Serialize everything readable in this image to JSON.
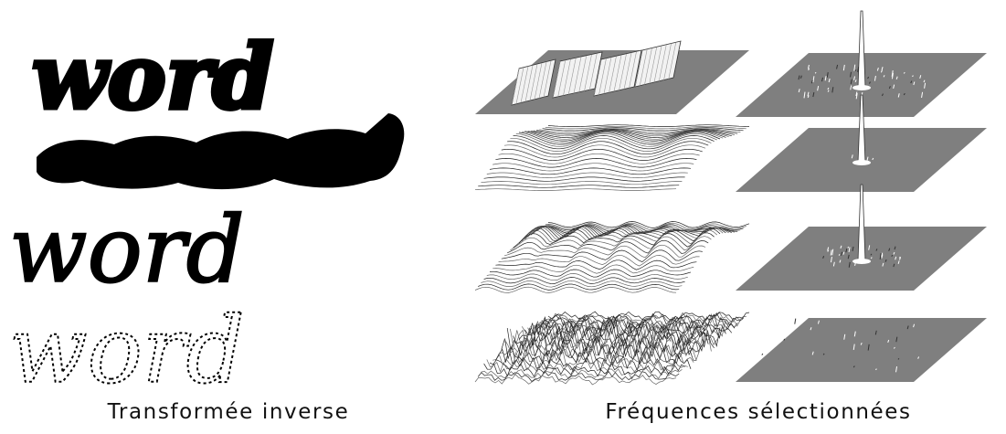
{
  "rows": [
    {
      "word": "word",
      "style": "bold"
    },
    {
      "word": "",
      "style": "blob"
    },
    {
      "word": "word",
      "style": "thin"
    },
    {
      "word": "word",
      "style": "outline"
    }
  ],
  "captions": {
    "left": "Transformée inverse",
    "right": "Fréquences sélectionnées"
  },
  "colors": {
    "ink": "#000000",
    "plane": "#7f7f7f",
    "mesh": "#ffffff",
    "mesh_shadow": "#333333"
  }
}
